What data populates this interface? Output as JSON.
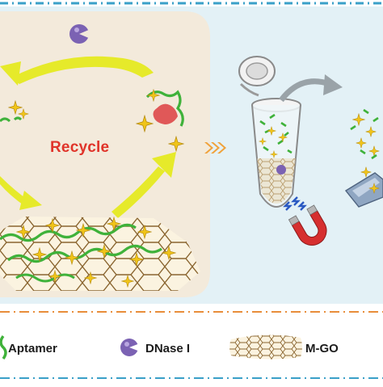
{
  "labels": {
    "recycle": "Recycle"
  },
  "legend": {
    "aptamer": "Aptamer",
    "dnase": "DNase I",
    "mgo": "M-GO"
  },
  "colors": {
    "left_panel_bg": "#f3eadb",
    "right_panel_bg": "#e3f1f6",
    "cycle_arrow": "#e6ea2a",
    "recycle_text": "#e0342a",
    "aptamer_green": "#3fb23a",
    "star_gold": "#f0c419",
    "dnase_purple": "#7b62b3",
    "graphene_brown": "#a07a3c",
    "magnet_red": "#d62f2f",
    "dashed_top": "#3aa0c8",
    "dashed_bottom": "#e88d3a"
  },
  "icons": [
    "dnase-pacman-icon",
    "aptamer-strand-icon",
    "target-star-icon",
    "graphene-sheet-icon",
    "magnet-icon",
    "tube-icon",
    "ellipsis-arrow-icon"
  ]
}
